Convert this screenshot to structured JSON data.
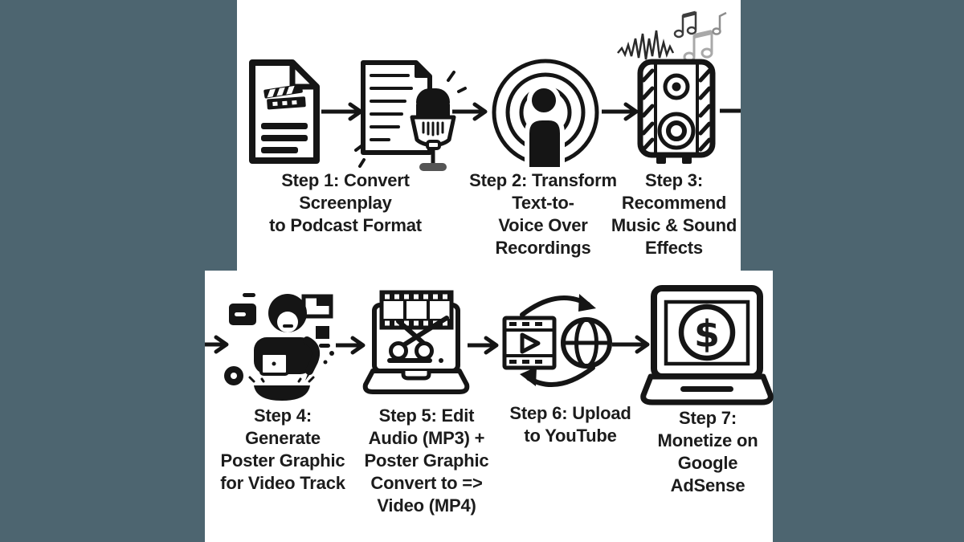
{
  "colors": {
    "background": "#4d6570",
    "panel": "#ffffff",
    "ink": "#151515",
    "text": "#1c1c1c",
    "music_note_light": "#a9a9a9",
    "music_note_dark": "#3d3d3d"
  },
  "flow": {
    "steps": [
      {
        "name": "step-1",
        "label_lines": [
          "Step 1: Convert",
          "Screenplay",
          "to Podcast Format"
        ],
        "icons": [
          "screenplay-document-icon",
          "podcast-script-microphone-icon"
        ]
      },
      {
        "name": "step-2",
        "label_lines": [
          "Step 2: Transform",
          "Text-to-",
          "Voice Over",
          "Recordings"
        ],
        "icons": [
          "broadcast-person-icon"
        ]
      },
      {
        "name": "step-3",
        "label_lines": [
          "Step 3:",
          "Recommend",
          "Music & Sound",
          "Effects"
        ],
        "icons": [
          "speaker-music-icon"
        ]
      },
      {
        "name": "step-4",
        "label_lines": [
          "Step 4:",
          "Generate",
          "Poster Graphic",
          "for Video Track"
        ],
        "icons": [
          "graphic-designer-icon"
        ]
      },
      {
        "name": "step-5",
        "label_lines": [
          "Step 5: Edit",
          "Audio (MP3) +",
          "Poster Graphic",
          "Convert to =>",
          "Video (MP4)"
        ],
        "icons": [
          "laptop-video-editing-icon"
        ]
      },
      {
        "name": "step-6",
        "label_lines": [
          "Step 6: Upload",
          "to YouTube"
        ],
        "icons": [
          "video-upload-globe-icon"
        ]
      },
      {
        "name": "step-7",
        "label_lines": [
          "Step 7:",
          "Monetize on",
          "Google",
          "AdSense"
        ],
        "icons": [
          "laptop-dollar-icon"
        ]
      }
    ],
    "connector_icons": [
      "arrow-doc-to-script-icon",
      "arrow-script-to-broadcast-icon",
      "arrow-broadcast-to-speaker-icon",
      "line-speaker-to-edge-icon",
      "arrow-edge-to-designer-icon",
      "arrow-designer-to-editing-icon",
      "arrow-editing-to-upload-icon",
      "arrow-upload-to-monetize-icon"
    ],
    "dollar_glyph": "$"
  }
}
